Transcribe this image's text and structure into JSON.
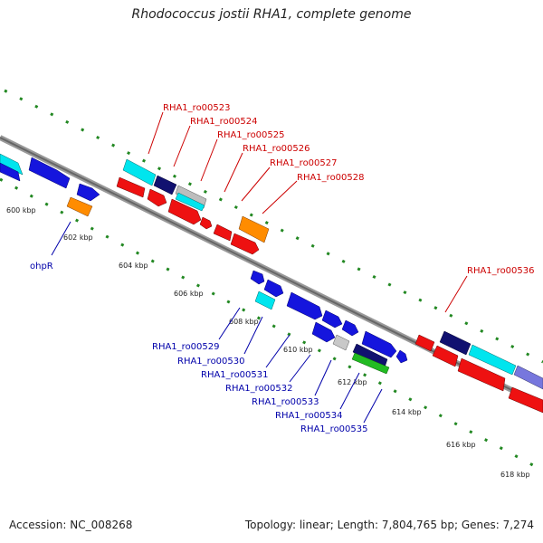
{
  "title": "Rhodococcus jostii RHA1, complete genome",
  "footer": {
    "accession": "Accession: NC_008268",
    "summary": "Topology: linear; Length: 7,804,765 bp; Genes: 7,274"
  },
  "colors": {
    "red_label": "#cc0000",
    "blue_label": "#0000aa",
    "backbone": "#888888",
    "tick": "#228822"
  },
  "ticks": [
    "600 kbp",
    "602 kbp",
    "604 kbp",
    "606 kbp",
    "608 kbp",
    "610 kbp",
    "612 kbp",
    "614 kbp",
    "616 kbp",
    "618 kbp"
  ],
  "top_labels": [
    "RHA1_ro00523",
    "RHA1_ro00524",
    "RHA1_ro00525",
    "RHA1_ro00526",
    "RHA1_ro00527",
    "RHA1_ro00528",
    "RHA1_ro00536"
  ],
  "bottom_labels": [
    "ohpR",
    "RHA1_ro00529",
    "RHA1_ro00530",
    "RHA1_ro00531",
    "RHA1_ro00532",
    "RHA1_ro00533",
    "RHA1_ro00534",
    "RHA1_ro00535"
  ]
}
